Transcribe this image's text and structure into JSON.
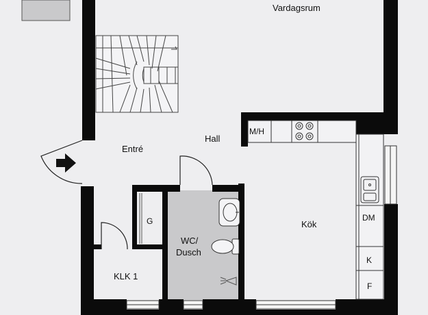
{
  "floorplan": {
    "colors": {
      "background": "#eeeef0",
      "wall": "#0b0b0b",
      "wet_room_floor": "#c9c9cb",
      "fixture_line": "#333333",
      "entry_arrow": "#111111"
    },
    "rooms": {
      "vardagsrum": "Vardagsrum",
      "entre": "Entré",
      "hall": "Hall",
      "kok": "Kök",
      "wc_dusch_line1": "WC/",
      "wc_dusch_line2": "Dusch",
      "klk": "KLK 1"
    },
    "fixtures": {
      "washer_dryer": "M/H",
      "wardrobe": "G",
      "dishwasher": "DM",
      "fridge": "K",
      "freezer": "F"
    },
    "icons": {
      "entry": "entry-arrow-icon",
      "stairs": "staircase-icon",
      "stove": "stove-icon",
      "sink": "washbasin-icon",
      "toilet": "toilet-icon",
      "shower": "shower-head-icon",
      "kitchen_sink": "kitchen-sink-icon"
    }
  }
}
